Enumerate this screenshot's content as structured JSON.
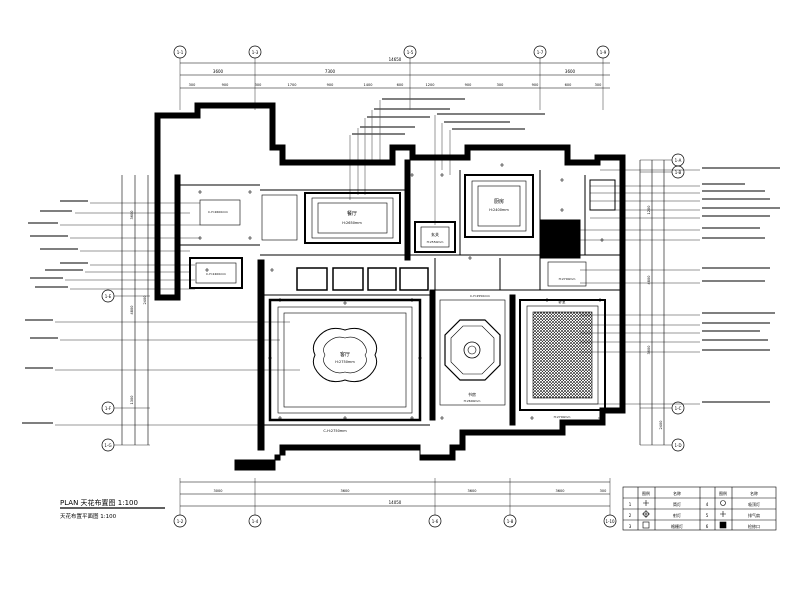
{
  "grid_top": [
    "1-1",
    "1-3",
    "1-5",
    "1-7",
    "1-9"
  ],
  "grid_bottom": [
    "1-2",
    "1-4",
    "1-6",
    "1-8",
    "1-10"
  ],
  "grid_right": [
    "1-A",
    "1-B",
    "1-C",
    "1-D"
  ],
  "grid_left": [
    "1-E",
    "1-F",
    "1-G"
  ],
  "dims_top_total": "14650",
  "dims_top_segments": [
    "300",
    "900",
    "300",
    "1700",
    "900",
    "1400",
    "600",
    "1200",
    "900",
    "300",
    "900",
    "600",
    "300"
  ],
  "dims_top_mid": [
    "3600",
    "7300",
    "3600"
  ],
  "dims_bottom_total": "14050",
  "dims_bottom_segments": [
    "3000",
    "3600",
    "3600",
    "3600",
    "300"
  ],
  "dims_left": [
    "3600",
    "4800",
    "1300",
    "2400"
  ],
  "dims_right": [
    "1200",
    "4800",
    "3600",
    "2400"
  ],
  "room_labels": [
    {
      "name": "客厅",
      "h": "H:2750mm"
    },
    {
      "name": "餐厅",
      "h": "H:2650mm"
    },
    {
      "name": "玄关",
      "h": "H:2550mm"
    },
    {
      "name": "厨房",
      "h": "H:2400mm"
    },
    {
      "name": "书房",
      "h": "H:2600mm"
    },
    {
      "name": "卧室",
      "h": "H:2700mm"
    }
  ],
  "misc_labels": [
    "C-H:2750mm",
    "C-H:2600mm",
    "C-H:2400mm",
    "C-H:2550mm",
    "H:2700mm"
  ],
  "title_plan": "PLAN 天花布置图 1:100",
  "title_sub": "天花布置平面图  1:100",
  "legend": {
    "headers": [
      "图例",
      "名称",
      "图例",
      "名称"
    ],
    "rows": [
      [
        "1",
        "筒灯",
        "4",
        "吸顶灯"
      ],
      [
        "2",
        "射灯",
        "5",
        "排气扇"
      ],
      [
        "3",
        "格栅灯",
        "6",
        "检修口"
      ]
    ]
  }
}
